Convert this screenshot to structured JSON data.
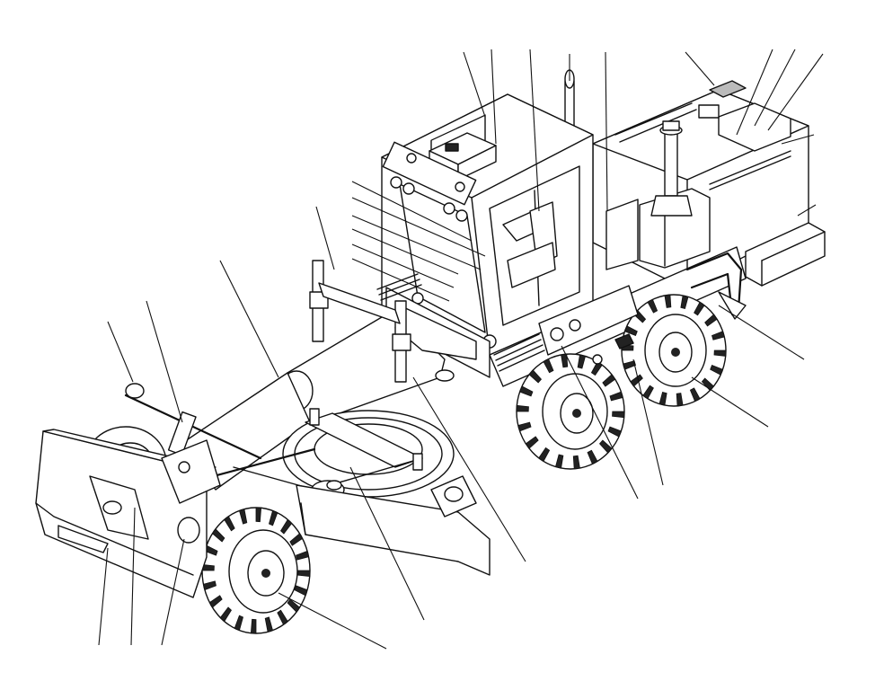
{
  "diagram": {
    "subject": "motor-grader-isometric",
    "line_color": "#111111",
    "background": "#ffffff",
    "leader_lines": [
      {
        "id": "cab-roof-light"
      },
      {
        "id": "cab-roof-a"
      },
      {
        "id": "cab-roof-b"
      },
      {
        "id": "exhaust-pipe"
      },
      {
        "id": "engine-housing-top"
      },
      {
        "id": "radiator-grille"
      },
      {
        "id": "hood-panel-a"
      },
      {
        "id": "hood-panel-b"
      },
      {
        "id": "hood-panel-c"
      },
      {
        "id": "rear-ripper"
      },
      {
        "id": "cab-front-a"
      },
      {
        "id": "cab-front-b"
      },
      {
        "id": "cab-front-c"
      },
      {
        "id": "cab-front-d"
      },
      {
        "id": "cab-front-e"
      },
      {
        "id": "cab-front-f"
      },
      {
        "id": "lift-cylinder"
      },
      {
        "id": "main-frame"
      },
      {
        "id": "front-axle-a"
      },
      {
        "id": "front-axle-b"
      },
      {
        "id": "rear-tandem-a"
      },
      {
        "id": "rear-tandem-b"
      },
      {
        "id": "rear-tandem-c"
      },
      {
        "id": "rear-wheel"
      },
      {
        "id": "moldboard-blade"
      },
      {
        "id": "circle-drawbar"
      },
      {
        "id": "front-wheel"
      },
      {
        "id": "dozer-blade-a"
      },
      {
        "id": "dozer-blade-b"
      },
      {
        "id": "dozer-blade-c"
      }
    ]
  }
}
